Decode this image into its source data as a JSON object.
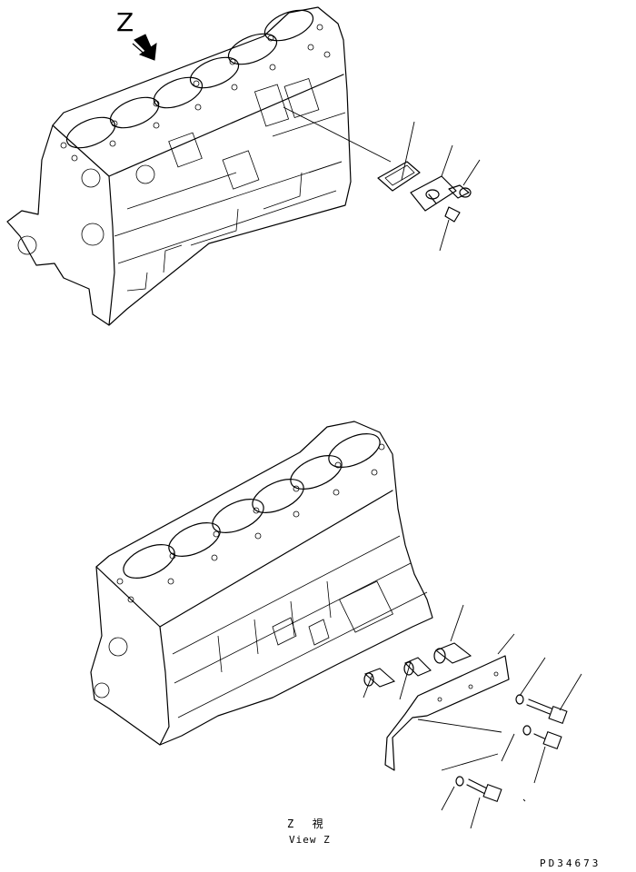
{
  "labels": {
    "view_marker": "Z",
    "view_caption_jp": "Z  視",
    "view_caption_en": "View Z",
    "part_code": "PD34673"
  },
  "icons": {
    "view_arrow": "view-direction-arrow-icon"
  }
}
